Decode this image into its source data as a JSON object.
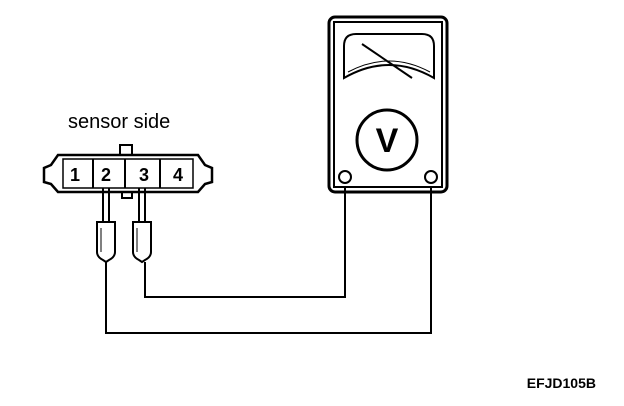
{
  "connector": {
    "label": "sensor side",
    "pins": [
      "1",
      "2",
      "3",
      "4"
    ]
  },
  "meter": {
    "symbol": "V"
  },
  "figure_code": "EFJD105B"
}
